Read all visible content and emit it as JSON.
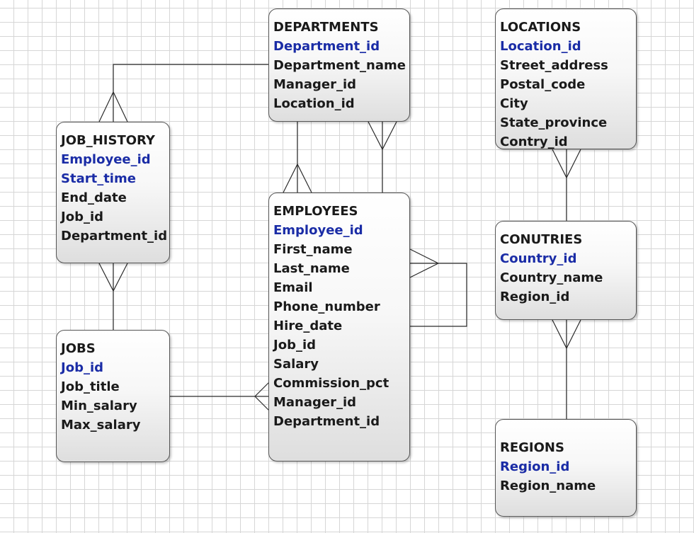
{
  "colors": {
    "primary_key": "#1a2ca6",
    "attribute": "#1a1a1a",
    "line": "#2b2b2b",
    "grid": "#d6d6d6"
  },
  "entities": {
    "departments": {
      "name": "DEPARTMENTS",
      "keys": [
        "Department_id"
      ],
      "attributes": [
        "Department_name",
        "Manager_id",
        "Location_id"
      ]
    },
    "locations": {
      "name": "LOCATIONS",
      "keys": [
        "Location_id"
      ],
      "attributes": [
        "Street_address",
        "Postal_code",
        "City",
        "State_province",
        "Contry_id"
      ]
    },
    "job_history": {
      "name": "JOB_HISTORY",
      "keys": [
        "Employee_id",
        "Start_time"
      ],
      "attributes": [
        "End_date",
        "Job_id",
        "Department_id"
      ]
    },
    "employees": {
      "name": "EMPLOYEES",
      "keys": [
        "Employee_id"
      ],
      "attributes": [
        "First_name",
        "Last_name",
        "Email",
        "Phone_number",
        "Hire_date",
        "Job_id",
        "Salary",
        "Commission_pct",
        "Manager_id",
        "Department_id"
      ]
    },
    "countries": {
      "name": "CONUTRIES",
      "keys": [
        "Country_id"
      ],
      "attributes": [
        "Country_name",
        "Region_id"
      ]
    },
    "jobs": {
      "name": "JOBS",
      "keys": [
        "Job_id"
      ],
      "attributes": [
        "Job_title",
        "Min_salary",
        "Max_salary"
      ]
    },
    "regions": {
      "name": "REGIONS",
      "keys": [
        "Region_id"
      ],
      "attributes": [
        "Region_name"
      ]
    }
  }
}
